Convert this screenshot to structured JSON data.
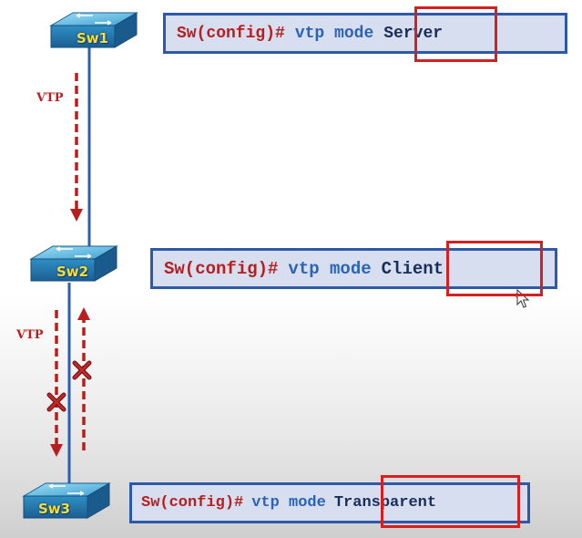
{
  "switches": [
    {
      "label": "Sw1"
    },
    {
      "label": "Sw2"
    },
    {
      "label": "Sw3"
    }
  ],
  "commands": [
    {
      "prompt": "Sw(config)#",
      "keyword": "vtp mode",
      "mode": "Server"
    },
    {
      "prompt": "Sw(config)#",
      "keyword": "vtp mode",
      "mode": "Client"
    },
    {
      "prompt": "Sw(config)#",
      "keyword": "vtp mode",
      "mode": "Transparent"
    }
  ],
  "flows": {
    "sw1_sw2_label": "VTP",
    "sw2_sw3_label": "VTP"
  },
  "icons": {
    "switch": "network-switch-icon",
    "blocked": "x-mark-icon",
    "cursor": "mouse-pointer-icon"
  },
  "colors": {
    "link": "#2a5fb0",
    "arrow": "#b81e1e",
    "box_fill": "#d6def0",
    "box_border": "#2e58a8",
    "highlight": "#d32020",
    "switch_label": "#f3df38"
  }
}
